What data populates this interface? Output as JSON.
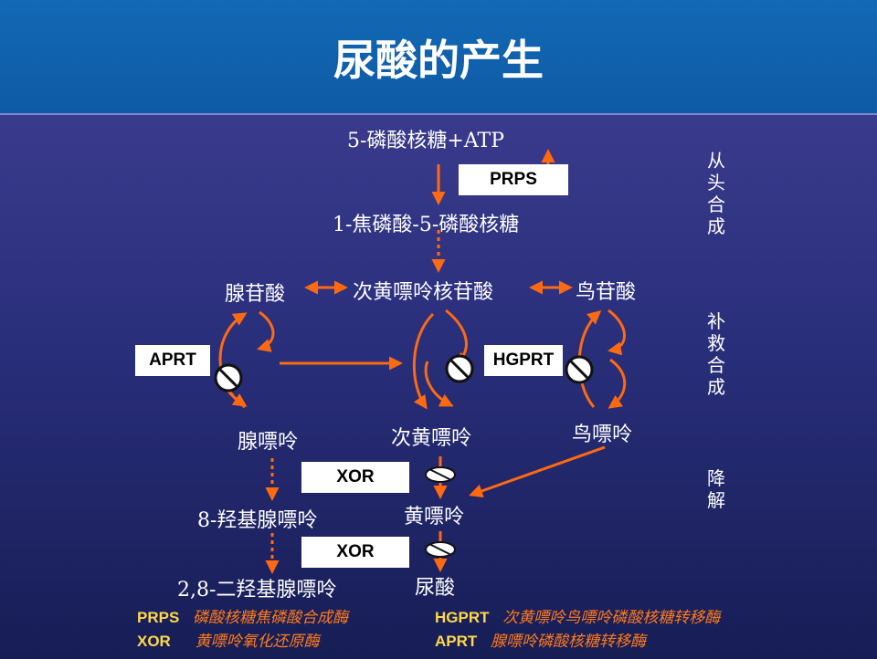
{
  "title": "尿酸的产生",
  "nodes": {
    "r5p_atp": "5-磷酸核糖+ATP",
    "prpp": "1-焦磷酸-5-磷酸核糖",
    "amp": "腺苷酸",
    "imp": "次黄嘌呤核苷酸",
    "gmp": "鸟苷酸",
    "adenine": "腺嘌呤",
    "hypoxanthine": "次黄嘌呤",
    "guanine": "鸟嘌呤",
    "xanthine": "黄嘌呤",
    "hydroxyadenine": "8-羟基腺嘌呤",
    "dihydroxyadenine": "2,8-二羟基腺嘌呤",
    "uric_acid": "尿酸"
  },
  "enzymes": {
    "prps": "PRPS",
    "aprt": "APRT",
    "hgprt": "HGPRT",
    "xor1": "XOR",
    "xor2": "XOR"
  },
  "side_labels": {
    "de_novo": "从头合成",
    "salvage": "补救合成",
    "degradation": "降解"
  },
  "legend": [
    {
      "abbr": "PRPS",
      "name": "磷酸核糖焦磷酸合成酶"
    },
    {
      "abbr": "HGPRT",
      "name": "次黄嘌呤鸟嘌呤磷酸核糖转移酶"
    },
    {
      "abbr": "XOR",
      "name": "黄嘌呤氧化还原酶"
    },
    {
      "abbr": "APRT",
      "name": "腺嘌呤磷酸核糖转移酶"
    }
  ],
  "colors": {
    "arrow": "#ff6a10",
    "header": "#1269b5",
    "legend_abbr": "#ffd84a",
    "legend_name": "#ff7a1a"
  }
}
